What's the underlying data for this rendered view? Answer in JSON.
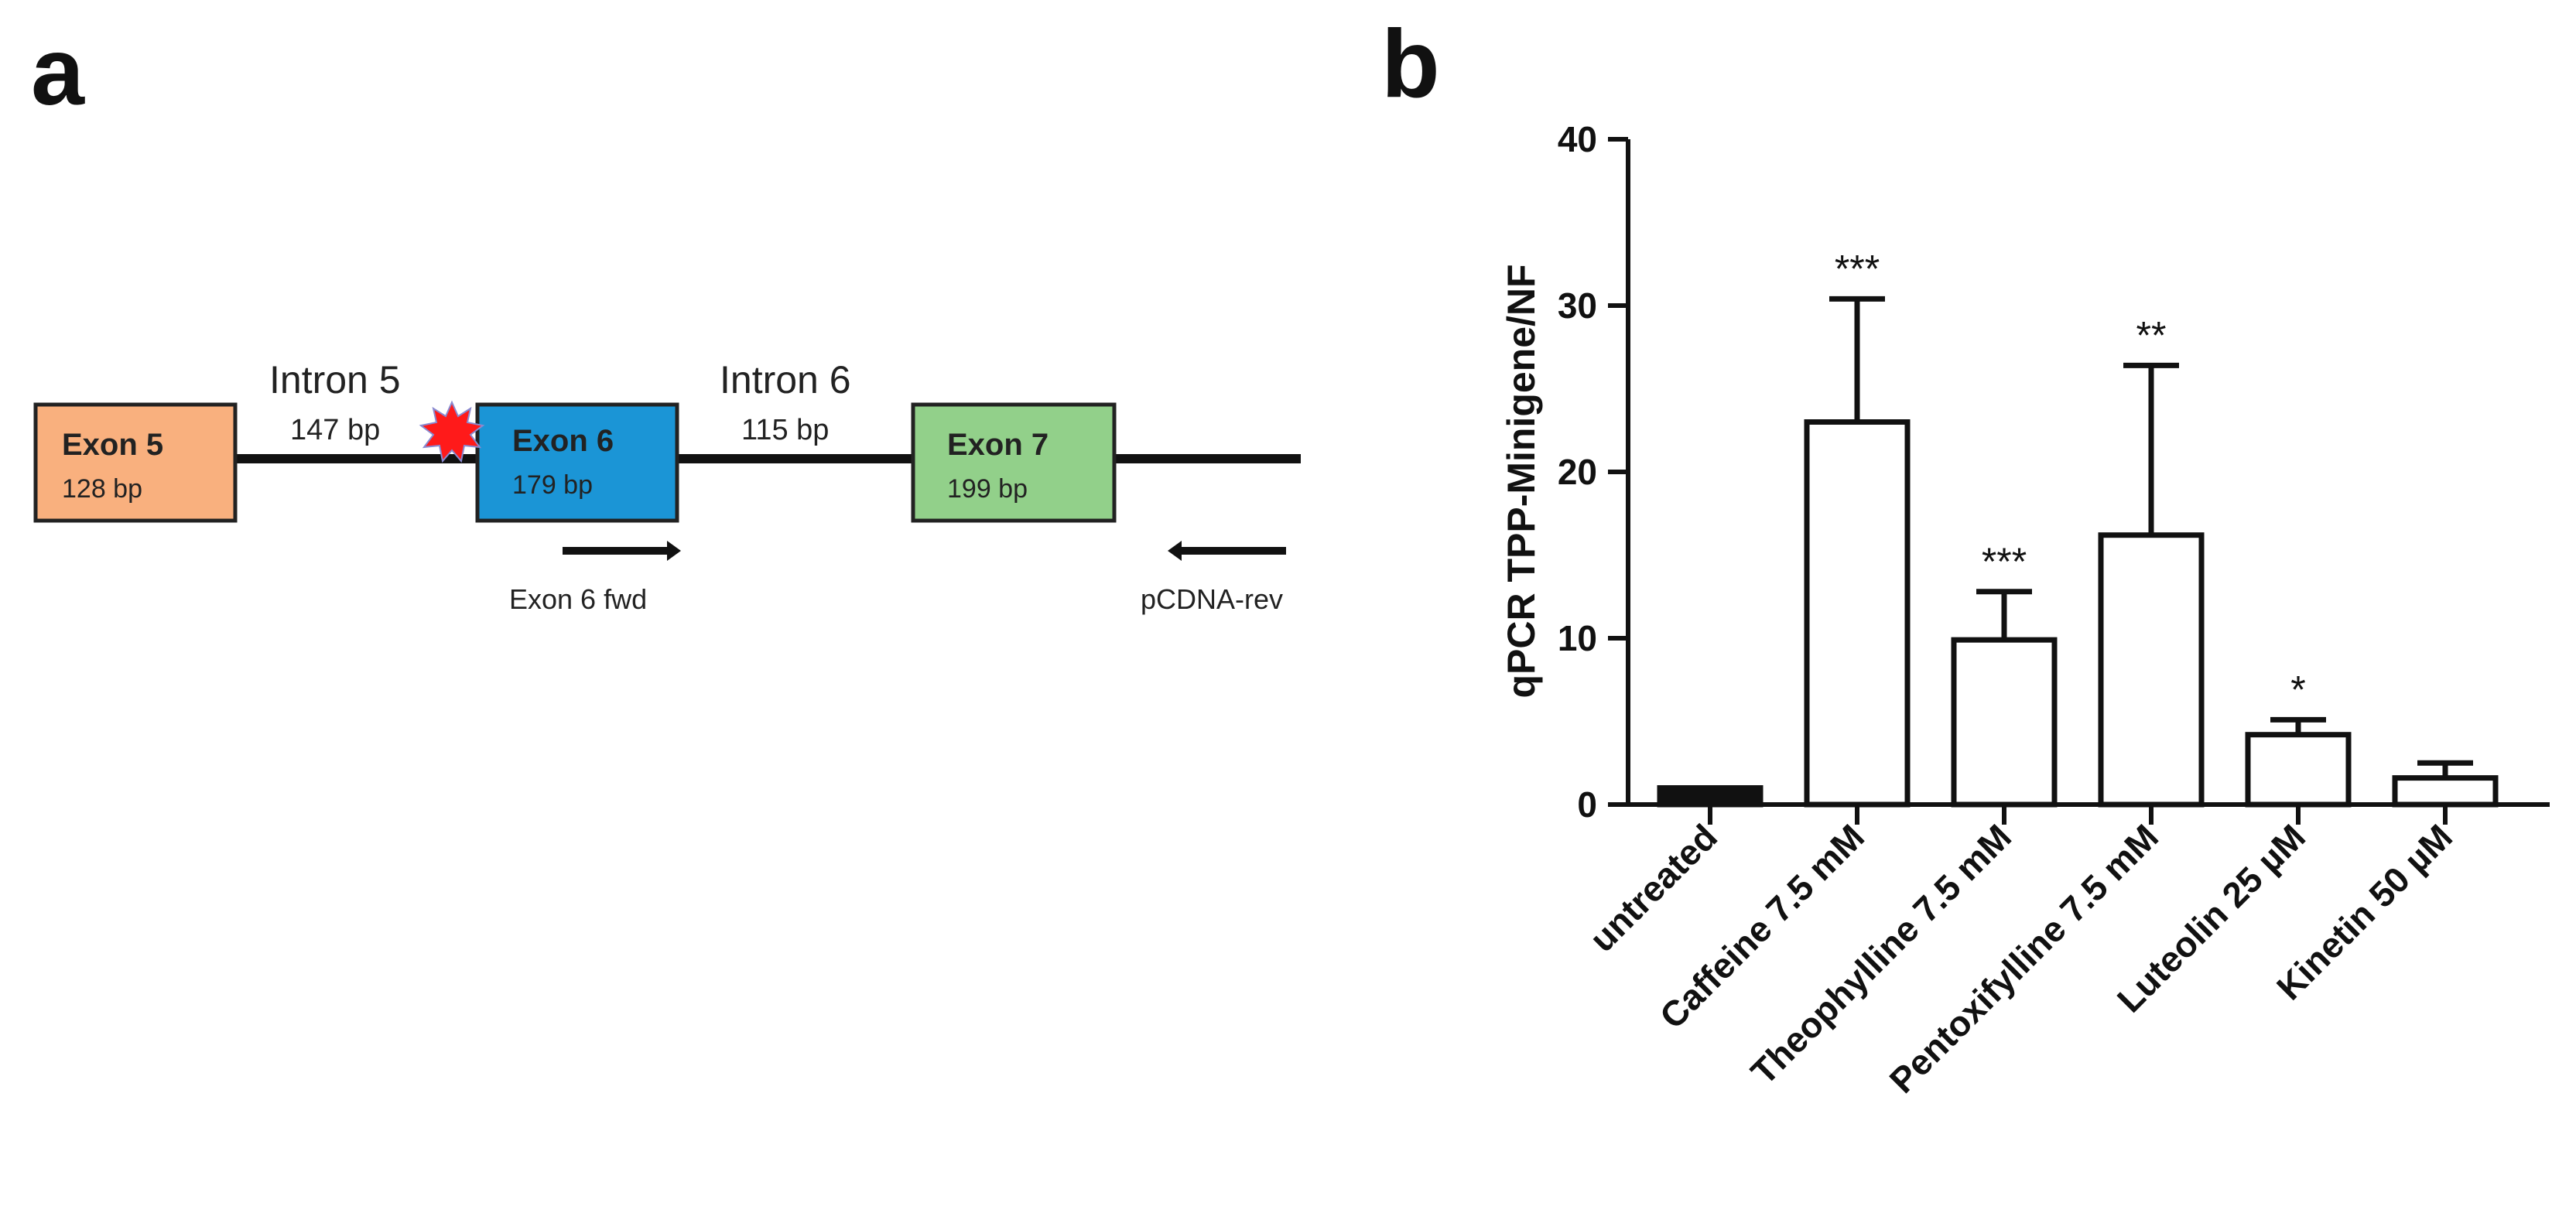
{
  "panels": {
    "a": "a",
    "b": "b"
  },
  "diagram": {
    "exons": [
      {
        "name": "Exon 5",
        "size": "128 bp",
        "color": "#f9b07e"
      },
      {
        "name": "Exon 6",
        "size": "179 bp",
        "color": "#1b95d6"
      },
      {
        "name": "Exon 7",
        "size": "199 bp",
        "color": "#92d08a"
      }
    ],
    "introns": [
      {
        "name": "Intron 5",
        "size": "147 bp"
      },
      {
        "name": "Intron 6",
        "size": "115 bp"
      }
    ],
    "primers": [
      {
        "label": "Exon 6 fwd",
        "direction": "right"
      },
      {
        "label": "pCDNA-rev",
        "direction": "left"
      }
    ],
    "mutation_marker_color": "#ff1a1a"
  },
  "chart_data": {
    "type": "bar",
    "title": "",
    "xlabel": "",
    "ylabel": "qPCR TPP-Minigene/NF",
    "ylim": [
      0,
      40
    ],
    "yticks": [
      "0",
      "10",
      "20",
      "30",
      "40"
    ],
    "categories": [
      "untreated",
      "Caffeine 7.5 mM",
      "Theophylline 7.5 mM",
      "Pentoxifylline 7.5 mM",
      "Luteolin 25 µM",
      "Kinetin 50 µM"
    ],
    "values": [
      1.0,
      23.0,
      9.9,
      16.2,
      4.2,
      1.6
    ],
    "errors": [
      0.0,
      7.4,
      2.9,
      10.2,
      0.9,
      0.9
    ],
    "significance": [
      "",
      "***",
      "***",
      "**",
      "*",
      ""
    ],
    "bar_fill": [
      "#111111",
      "#ffffff",
      "#ffffff",
      "#ffffff",
      "#ffffff",
      "#ffffff"
    ],
    "grid": false,
    "legend": "none"
  }
}
